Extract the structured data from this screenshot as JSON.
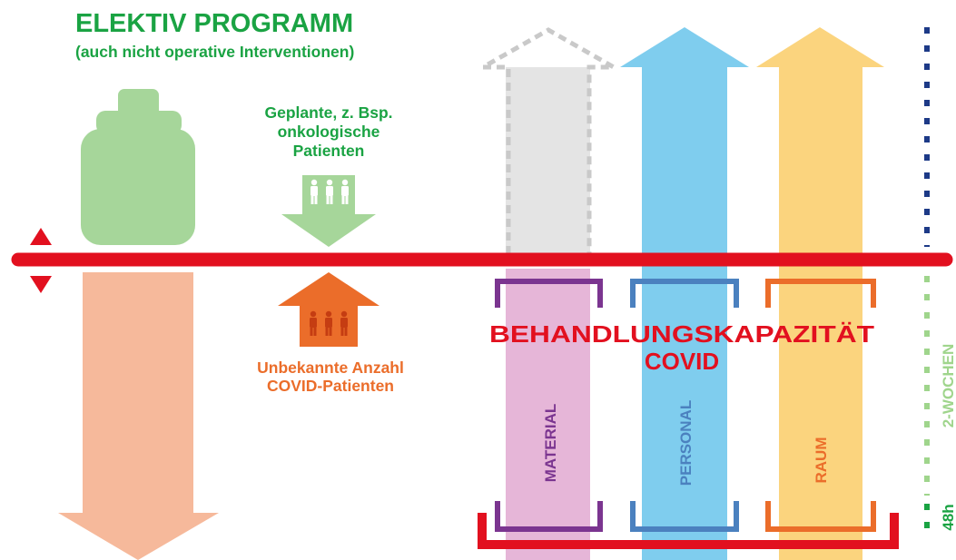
{
  "title": "ELEKTIV PROGRAMM",
  "subtitle": "(auch nicht operative Interventionen)",
  "planned": {
    "lines": [
      "Geplante, z. Bsp.",
      "onkologische",
      "Patienten"
    ]
  },
  "unknown": {
    "lines": [
      "Unbekannte Anzahl",
      "COVID-Patienten"
    ]
  },
  "capacity": {
    "lines": [
      "BEHANDLUNGSKAPAZITÄT",
      "COVID"
    ]
  },
  "columns": {
    "material": "MATERIAL",
    "personal": "PERSONAL",
    "raum": "RAUM"
  },
  "timeline": {
    "weeks": "2-WOCHEN",
    "hours": "48h"
  },
  "colors": {
    "green_title": "#1aa343",
    "weight_green": "#a6d69a",
    "salmon": "#f6b99b",
    "orange": "#eb6d2a",
    "red": "#e2101f",
    "gray": "#e4e4e4",
    "gray_dash": "#c9c9c9",
    "blue": "#7fcdee",
    "yellow": "#fbd47e",
    "pink": "#e6b6d8",
    "purple": "#7b3590",
    "steel_blue": "#4b81bf",
    "navy": "#1d3a87",
    "light_green_dash": "#9fd58c",
    "dark_green": "#1aa343"
  }
}
